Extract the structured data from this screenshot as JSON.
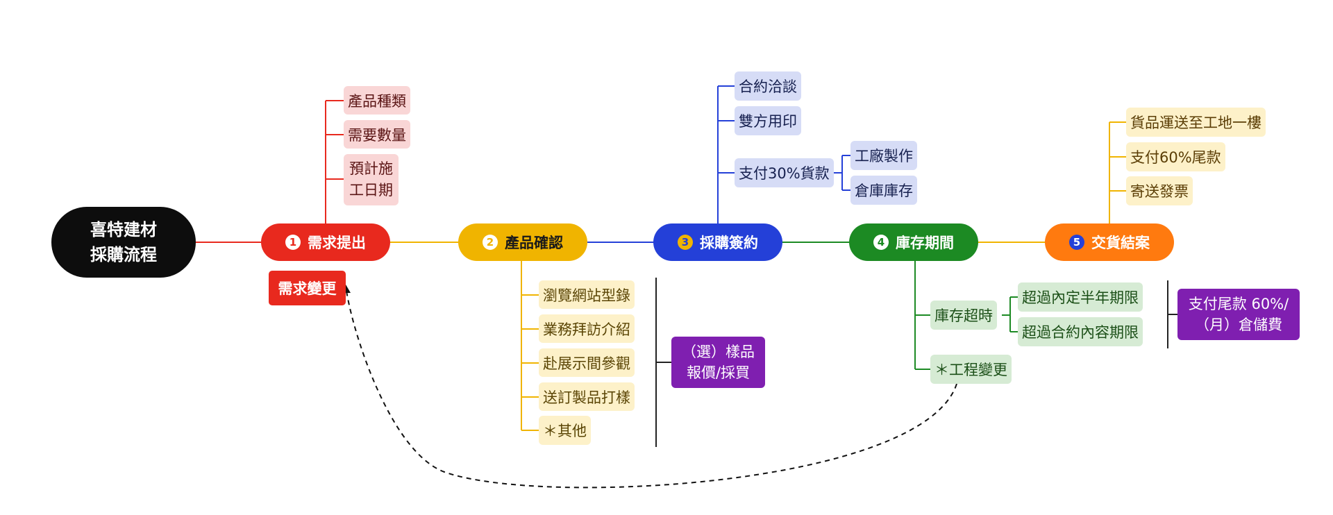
{
  "root": {
    "line1": "喜特建材",
    "line2": "採購流程"
  },
  "stages": [
    {
      "num": "1",
      "label": "需求提出",
      "color": "#e8291e",
      "num_color": "#e8291e"
    },
    {
      "num": "2",
      "label": "產品確認",
      "color": "#f0b400",
      "num_color": "#f0b400"
    },
    {
      "num": "3",
      "label": "採購簽約",
      "color": "#2440d8",
      "num_color": "#f0b400"
    },
    {
      "num": "4",
      "label": "庫存期間",
      "color": "#1c8a23",
      "num_color": "#1c8a23"
    },
    {
      "num": "5",
      "label": "交貨結案",
      "color": "#ff7a0f",
      "num_color": "#2440d8"
    }
  ],
  "stage1": {
    "items": [
      "產品種類",
      "需要數量"
    ],
    "multi_line1": "預計施",
    "multi_line2": "工日期",
    "change": "需求變更"
  },
  "stage2": {
    "items": [
      "瀏覽網站型錄",
      "業務拜訪介紹",
      "赴展示間參觀",
      "送訂製品打樣",
      "＊其他"
    ],
    "note_line1": "（選）樣品",
    "note_line2": "報價/採買"
  },
  "stage3": {
    "items": [
      "合約洽談",
      "雙方用印",
      "支付30%貨款"
    ],
    "sub": [
      "工廠製作",
      "倉庫庫存"
    ]
  },
  "stage4": {
    "overtime": "庫存超時",
    "sub": [
      "超過內定半年期限",
      "超過合約內容期限"
    ],
    "note_line1": "支付尾款 60%/",
    "note_line2": "（月）倉儲費",
    "change": "＊工程變更"
  },
  "stage5": {
    "items": [
      "貨品運送至工地一樓",
      "支付60%尾款",
      "寄送發票"
    ]
  },
  "colors": {
    "red": "#e8291e",
    "yellow": "#f0b400",
    "blue": "#2440d8",
    "green": "#1c8a23",
    "orange": "#ff7a0f",
    "purple": "#7f1fb0"
  }
}
